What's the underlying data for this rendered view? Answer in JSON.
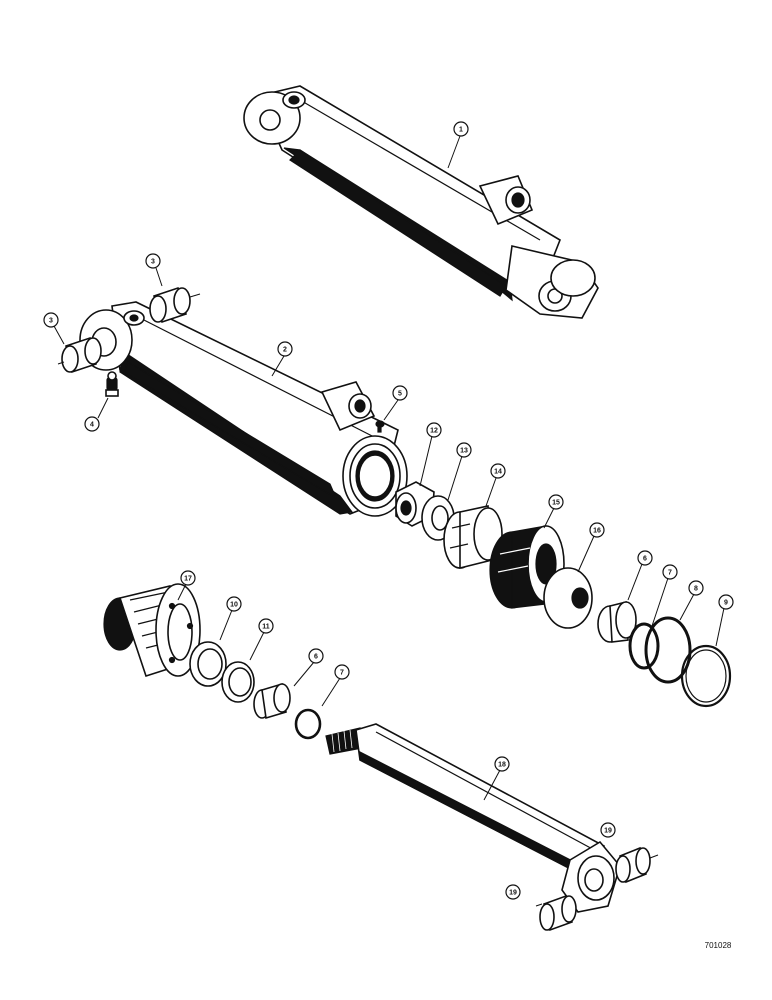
{
  "diagram": {
    "colors": {
      "ink": "#111111",
      "paper": "#ffffff"
    },
    "callouts": [
      "1",
      "2",
      "3",
      "3",
      "4",
      "5",
      "12",
      "13",
      "14",
      "15",
      "16",
      "6",
      "7",
      "8",
      "9",
      "17",
      "10",
      "11",
      "6",
      "7",
      "18",
      "19",
      "19"
    ],
    "drawing_code": "701028"
  }
}
